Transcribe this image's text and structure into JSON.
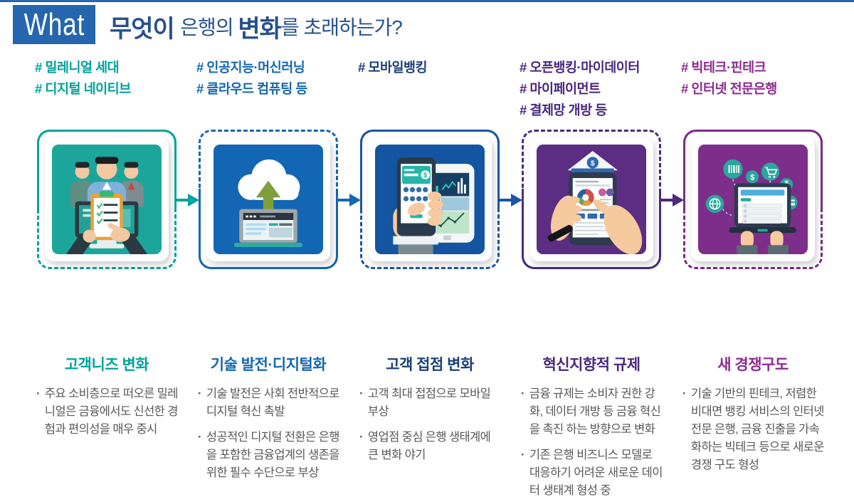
{
  "header": {
    "badge": "What",
    "title": {
      "p1": "무엇이 ",
      "p2": "은행의 ",
      "p3": "변화",
      "p4": "를 초래하는가?"
    }
  },
  "palette": {
    "top_bar": "#2667AE",
    "badge_bg": "#2566AE",
    "title_text": "#27508F",
    "body_text": "#595757",
    "col1_teal": "#00A29B",
    "col2_blue": "#1467B0",
    "col3_navy": "#1B4076",
    "col4_dark_purple": "#49277E",
    "col5_purple": "#8B2B8F"
  },
  "glyphs": {
    "dollar": "$"
  },
  "columns": [
    {
      "hashtags": [
        "# 밀레니얼 세대",
        "# 디지털 네이티브"
      ],
      "heading": "고객니즈 변화",
      "bullets": [
        "주요 소비층으로 떠오른 밀레니얼은 금융에서도 신선한 경험과 편의성을 매우 중시"
      ],
      "illustration": "customers-monitor-clipboard"
    },
    {
      "hashtags": [
        "# 인공지능·머신러닝",
        "# 클라우드 컴퓨팅 등"
      ],
      "heading": "기술 발전·디지털화",
      "bullets": [
        "기술 발전은 사회 전반적으로 디지털 혁신 촉발",
        "성공적인 디지털 전환은 은행을 포함한 금융업계의 생존을 위한 필수 수단으로 부상"
      ],
      "illustration": "cloud-upload-laptop"
    },
    {
      "hashtags": [
        "# 모바일뱅킹"
      ],
      "heading": "고객 접점 변화",
      "bullets": [
        "고객 최대 접점으로 모바일 부상",
        "영업점 중심 은행 생태계에 큰 변화 야기"
      ],
      "illustration": "mobile-banking-tablet"
    },
    {
      "hashtags": [
        "# 오픈뱅킹·마이데이터",
        "# 마이페이먼트",
        "# 결제망 개방 등"
      ],
      "heading": "혁신지향적 규제",
      "bullets": [
        "금융 규제는 소비자 권한 강화, 데이터 개방 등 금융 혁신을 촉진 하는 방향으로 변화",
        "기존 은행 비즈니스 모델로 대응하기 어려운 새로운 데이터 생태계 형성 중"
      ],
      "illustration": "hands-phone-bank-report"
    },
    {
      "hashtags": [
        "# 빅테크·핀테크",
        "# 인터넷 전문은행"
      ],
      "heading": "새 경쟁구도",
      "bullets": [
        "기술 기반의 핀테크, 저렴한 비대면 뱅킹 서비스의 인터넷 전문 은행, 금융 진출을 가속화하는 빅테크 등으로 새로운 경쟁 구도 형성"
      ],
      "illustration": "laptop-fintech-icons"
    }
  ]
}
